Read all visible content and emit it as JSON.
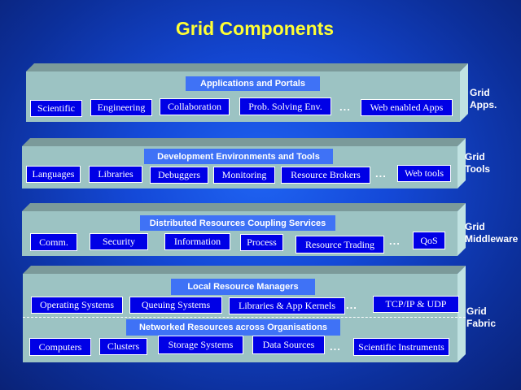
{
  "title": "Grid Components",
  "colors": {
    "title": "#ffff33",
    "face": "#9cc3c3",
    "header": "#3f72f6",
    "box": "#0000e6"
  },
  "layers": [
    {
      "header": "Applications and Portals",
      "items": [
        "Scientific",
        "Engineering",
        "Collaboration",
        "Prob. Solving Env.",
        "Web enabled Apps"
      ],
      "label": [
        "Grid",
        "Apps."
      ]
    },
    {
      "header": "Development Environments and Tools",
      "items": [
        "Languages",
        "Libraries",
        "Debuggers",
        "Monitoring",
        "Resource Brokers",
        "Web tools"
      ],
      "label": [
        "Grid",
        "Tools"
      ]
    },
    {
      "header": "Distributed Resources Coupling Services",
      "items": [
        "Comm.",
        "Security",
        "Information",
        "Process",
        "Resource Trading",
        "QoS"
      ],
      "label": [
        "Grid",
        "Middleware"
      ]
    },
    {
      "header": "Local Resource Managers",
      "items": [
        "Operating Systems",
        "Queuing Systems",
        "Libraries & App Kernels",
        "TCP/IP & UDP"
      ],
      "header2": "Networked Resources across Organisations",
      "items2": [
        "Computers",
        "Clusters",
        "Storage Systems",
        "Data Sources",
        "Scientific Instruments"
      ],
      "label": [
        "Grid",
        "Fabric"
      ]
    }
  ],
  "ellipsis": "..."
}
